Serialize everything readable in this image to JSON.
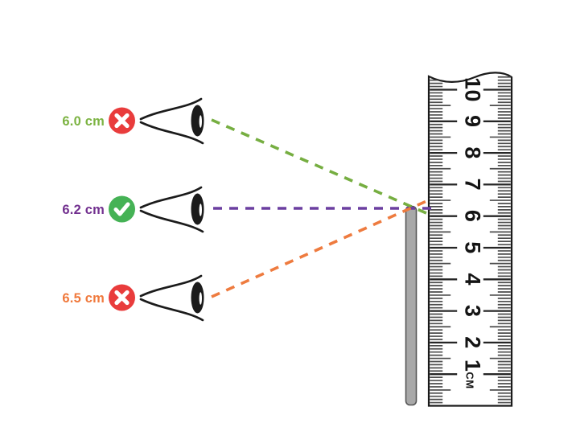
{
  "diagram": {
    "description": "Parallax error when reading a ruler: three eye positions sighting the top of a stick against a vertical ruler",
    "readings": [
      {
        "value": "6.0 cm",
        "verdict": "incorrect",
        "badge": "cross",
        "text_color": "#7cb342",
        "line_color": "#76ae41",
        "badge_color": "#e93c3c"
      },
      {
        "value": "6.2 cm",
        "verdict": "correct",
        "badge": "check",
        "text_color": "#72308f",
        "line_color": "#6b3fa0",
        "badge_color": "#45b255"
      },
      {
        "value": "6.5 cm",
        "verdict": "incorrect",
        "badge": "cross",
        "text_color": "#f0793c",
        "line_color": "#ee7b3f",
        "badge_color": "#e93c3c"
      }
    ],
    "badge_glyph_color": "#ffffff",
    "eye_color": "#1b1b1b",
    "object": {
      "name": "measured stick",
      "fill": "#a8a8a8",
      "border": "#565656"
    },
    "ruler": {
      "numbers": [
        "1",
        "2",
        "3",
        "4",
        "5",
        "6",
        "7",
        "8",
        "9",
        "10"
      ],
      "unit": "CM",
      "tick_color": "#4c4c4c",
      "major_tick_color": "#262626",
      "number_color": "#141414",
      "outline_color": "#1a1a1a",
      "face_color": "#ffffff"
    }
  }
}
